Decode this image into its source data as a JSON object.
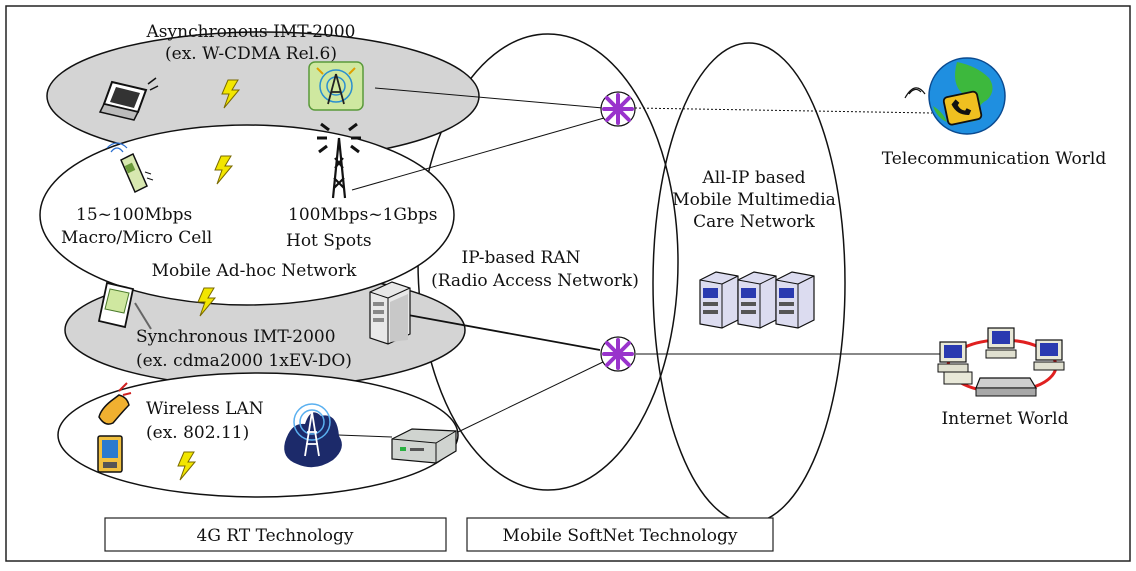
{
  "networks": {
    "asynchronous": {
      "title": "Asynchronous IMT-2000",
      "subtitle": "(ex. W-CDMA Rel.6)"
    },
    "adhoc": {
      "macro_speed": "15~100Mbps",
      "macro_label": "Macro/Micro Cell",
      "hotspot_speed": "100Mbps~1Gbps",
      "hotspot_label": "Hot Spots",
      "title": "Mobile Ad-hoc Network"
    },
    "synchronous": {
      "title": "Synchronous IMT-2000",
      "subtitle": "(ex. cdma2000 1xEV-DO)"
    },
    "wlan": {
      "title": "Wireless LAN",
      "subtitle": "(ex. 802.11)"
    }
  },
  "ran": {
    "line1": "IP-based RAN",
    "line2": "(Radio Access Network)"
  },
  "core": {
    "line1": "All-IP based",
    "line2": "Mobile Multimedia",
    "line3": "Care Network"
  },
  "worlds": {
    "telecom": "Telecommunication World",
    "internet": "Internet World"
  },
  "footer": {
    "rt": "4G RT Technology",
    "softnet": "Mobile SoftNet Technology"
  },
  "colors": {
    "gray_ellipse": "#d4d4d4",
    "router": "#9933cc",
    "bolt": "#f2e600",
    "globe_sea": "#1f8fe0",
    "globe_land": "#3db83d"
  },
  "icons": [
    "laptop-icon",
    "antenna-tower-icon",
    "lightning-icon",
    "cellphone-icon",
    "radio-tower-icon",
    "pda-icon",
    "server-icon",
    "flip-phone-icon",
    "handheld-icon",
    "wireless-tower-icon",
    "access-point-icon",
    "router-icon",
    "globe-phone-icon",
    "server-cluster-icon",
    "networked-computers-icon"
  ]
}
